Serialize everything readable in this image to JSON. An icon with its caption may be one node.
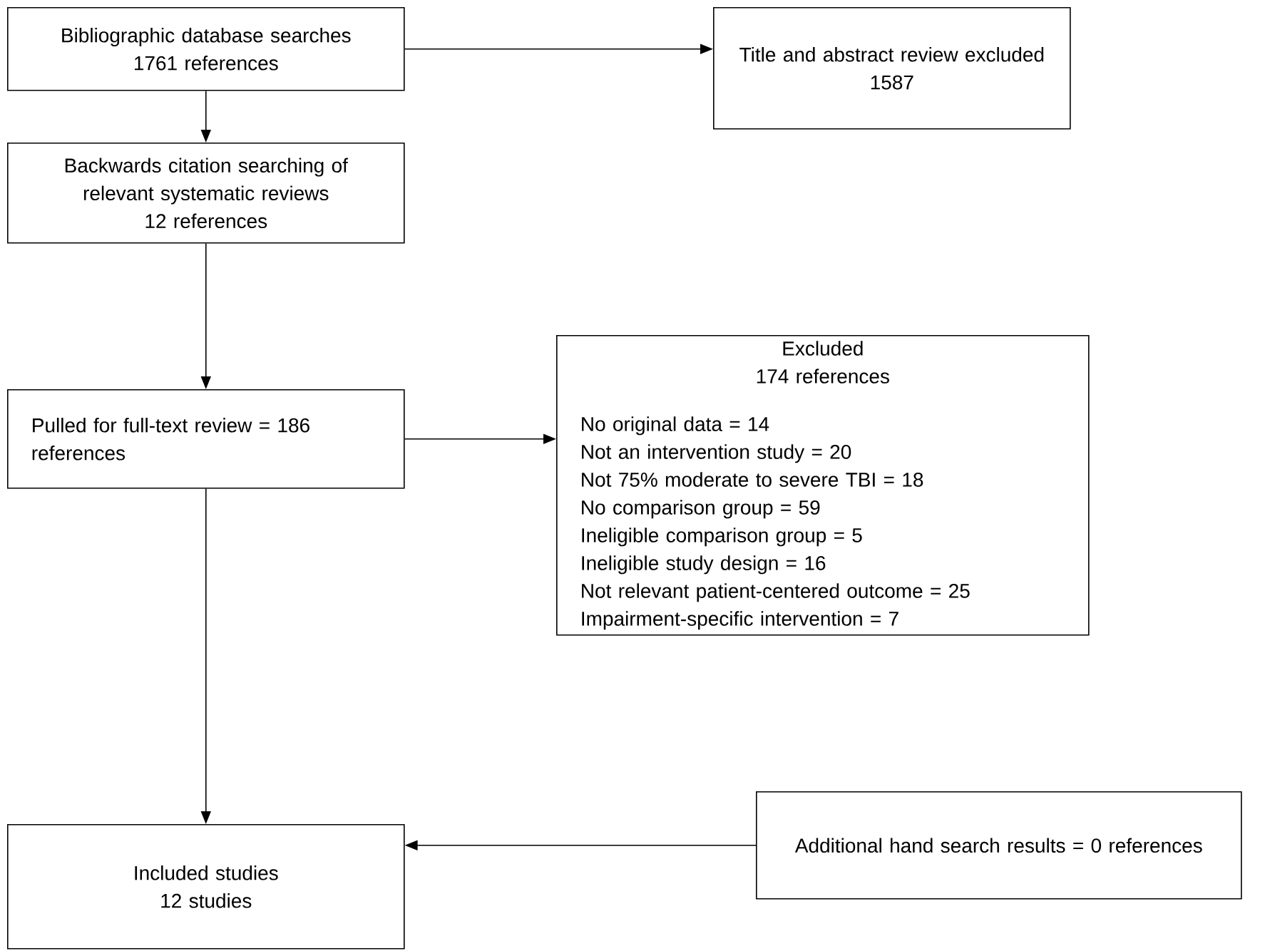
{
  "diagram": {
    "nodes": [
      {
        "text": [
          "Bibliographic database searches",
          "1761 references"
        ]
      },
      {
        "text": [
          "Title and abstract review excluded",
          "1587"
        ]
      },
      {
        "text": [
          "Backwards citation searching of relevant systematic reviews",
          "12 references"
        ]
      },
      {
        "text": [
          "Pulled for full-text review = 186 references"
        ]
      },
      {
        "text": [
          "Excluded",
          "174 references",
          "No original data = 14",
          "Not an intervention study = 20",
          "Not 75% moderate to severe TBI = 18",
          "No comparison group = 59",
          "Ineligible comparison group = 5",
          "Ineligible study design = 16",
          "Not relevant patient-centered outcome = 25",
          "Impairment-specific intervention = 7"
        ]
      },
      {
        "text": [
          "Included studies",
          "12 studies"
        ]
      },
      {
        "text": [
          "Additional hand search results = 0 references"
        ]
      }
    ],
    "edges": [
      {
        "from": 0,
        "to": 1,
        "arrow": "to"
      },
      {
        "from": 0,
        "to": 2,
        "arrow": "to"
      },
      {
        "from": 2,
        "to": 3,
        "arrow": "to"
      },
      {
        "from": 3,
        "to": 4,
        "arrow": "to"
      },
      {
        "from": 3,
        "to": 5,
        "arrow": "to"
      },
      {
        "from": 6,
        "to": 5,
        "arrow": "to"
      }
    ]
  }
}
